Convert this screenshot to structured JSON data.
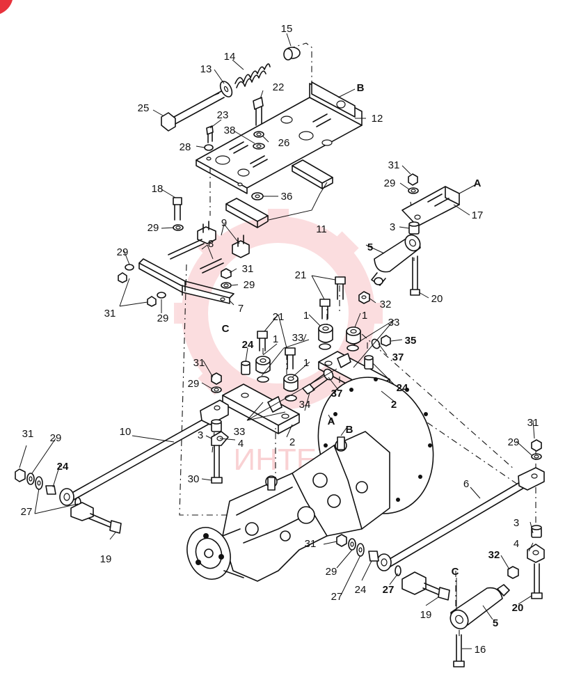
{
  "watermark": {
    "text": "ИНТЕХ",
    "color": "#e8323c"
  },
  "callouts": [
    {
      "id": "c15",
      "text": "15"
    },
    {
      "id": "c14",
      "text": "14"
    },
    {
      "id": "c13",
      "text": "13"
    },
    {
      "id": "c25",
      "text": "25"
    },
    {
      "id": "c22",
      "text": "22"
    },
    {
      "id": "cB1",
      "text": "B"
    },
    {
      "id": "c12",
      "text": "12"
    },
    {
      "id": "c23",
      "text": "23"
    },
    {
      "id": "c38",
      "text": "38"
    },
    {
      "id": "c26",
      "text": "26"
    },
    {
      "id": "c28",
      "text": "28"
    },
    {
      "id": "c31a",
      "text": "31"
    },
    {
      "id": "cA1",
      "text": "A"
    },
    {
      "id": "c29a",
      "text": "29"
    },
    {
      "id": "c17",
      "text": "17"
    },
    {
      "id": "c18",
      "text": "18"
    },
    {
      "id": "c36",
      "text": "36"
    },
    {
      "id": "c29b",
      "text": "29"
    },
    {
      "id": "c9",
      "text": "9"
    },
    {
      "id": "c11",
      "text": "11"
    },
    {
      "id": "c3a",
      "text": "3"
    },
    {
      "id": "c8",
      "text": "8"
    },
    {
      "id": "c5a",
      "text": "5"
    },
    {
      "id": "c29c",
      "text": "29"
    },
    {
      "id": "c31b",
      "text": "31"
    },
    {
      "id": "c29d",
      "text": "29"
    },
    {
      "id": "c21a",
      "text": "21"
    },
    {
      "id": "c20a",
      "text": "20"
    },
    {
      "id": "c32a",
      "text": "32"
    },
    {
      "id": "c31c",
      "text": "31"
    },
    {
      "id": "c29e",
      "text": "29"
    },
    {
      "id": "c7",
      "text": "7"
    },
    {
      "id": "cC1",
      "text": "C"
    },
    {
      "id": "c21b",
      "text": "21"
    },
    {
      "id": "c1a",
      "text": "1"
    },
    {
      "id": "c1b",
      "text": "1"
    },
    {
      "id": "c33a",
      "text": "33"
    },
    {
      "id": "c1c",
      "text": "1"
    },
    {
      "id": "c33b",
      "text": "33"
    },
    {
      "id": "c35",
      "text": "35"
    },
    {
      "id": "c24a",
      "text": "24"
    },
    {
      "id": "c37a",
      "text": "37"
    },
    {
      "id": "c1d",
      "text": "1"
    },
    {
      "id": "c31d",
      "text": "31"
    },
    {
      "id": "c24b",
      "text": "24"
    },
    {
      "id": "c29f",
      "text": "29"
    },
    {
      "id": "c37b",
      "text": "37"
    },
    {
      "id": "c2a",
      "text": "2"
    },
    {
      "id": "c34",
      "text": "34"
    },
    {
      "id": "c33c",
      "text": "33"
    },
    {
      "id": "cA2",
      "text": "A"
    },
    {
      "id": "cB2",
      "text": "B"
    },
    {
      "id": "c10",
      "text": "10"
    },
    {
      "id": "c31e",
      "text": "31"
    },
    {
      "id": "c29g",
      "text": "29"
    },
    {
      "id": "c3b",
      "text": "3"
    },
    {
      "id": "c4a",
      "text": "4"
    },
    {
      "id": "c2b",
      "text": "2"
    },
    {
      "id": "c31f",
      "text": "31"
    },
    {
      "id": "c29h",
      "text": "29"
    },
    {
      "id": "c24c",
      "text": "24"
    },
    {
      "id": "c30",
      "text": "30"
    },
    {
      "id": "c6",
      "text": "6"
    },
    {
      "id": "c27a",
      "text": "27"
    },
    {
      "id": "c19a",
      "text": "19"
    },
    {
      "id": "c3c",
      "text": "3"
    },
    {
      "id": "c4b",
      "text": "4"
    },
    {
      "id": "c31g",
      "text": "31"
    },
    {
      "id": "c29i",
      "text": "29"
    },
    {
      "id": "c32b",
      "text": "32"
    },
    {
      "id": "c27b",
      "text": "27"
    },
    {
      "id": "c24d",
      "text": "24"
    },
    {
      "id": "c27c",
      "text": "27"
    },
    {
      "id": "cC2",
      "text": "C"
    },
    {
      "id": "c20b",
      "text": "20"
    },
    {
      "id": "c19b",
      "text": "19"
    },
    {
      "id": "c5b",
      "text": "5"
    },
    {
      "id": "c16",
      "text": "16"
    }
  ]
}
